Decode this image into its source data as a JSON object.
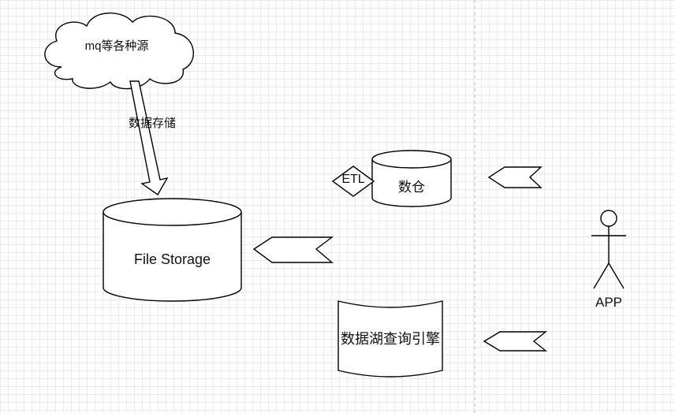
{
  "diagram": {
    "cloud_label": "mq等各种源",
    "edge_label": "数据存储",
    "file_storage_label": "File Storage",
    "etl_label": "ETL",
    "warehouse_label": "数仓",
    "query_engine_label": "数据湖查询引擎",
    "actor_label": "APP"
  },
  "colors": {
    "stroke": "#000000",
    "fill": "#ffffff",
    "grid": "#ececec",
    "separator": "#c8c8c8"
  }
}
